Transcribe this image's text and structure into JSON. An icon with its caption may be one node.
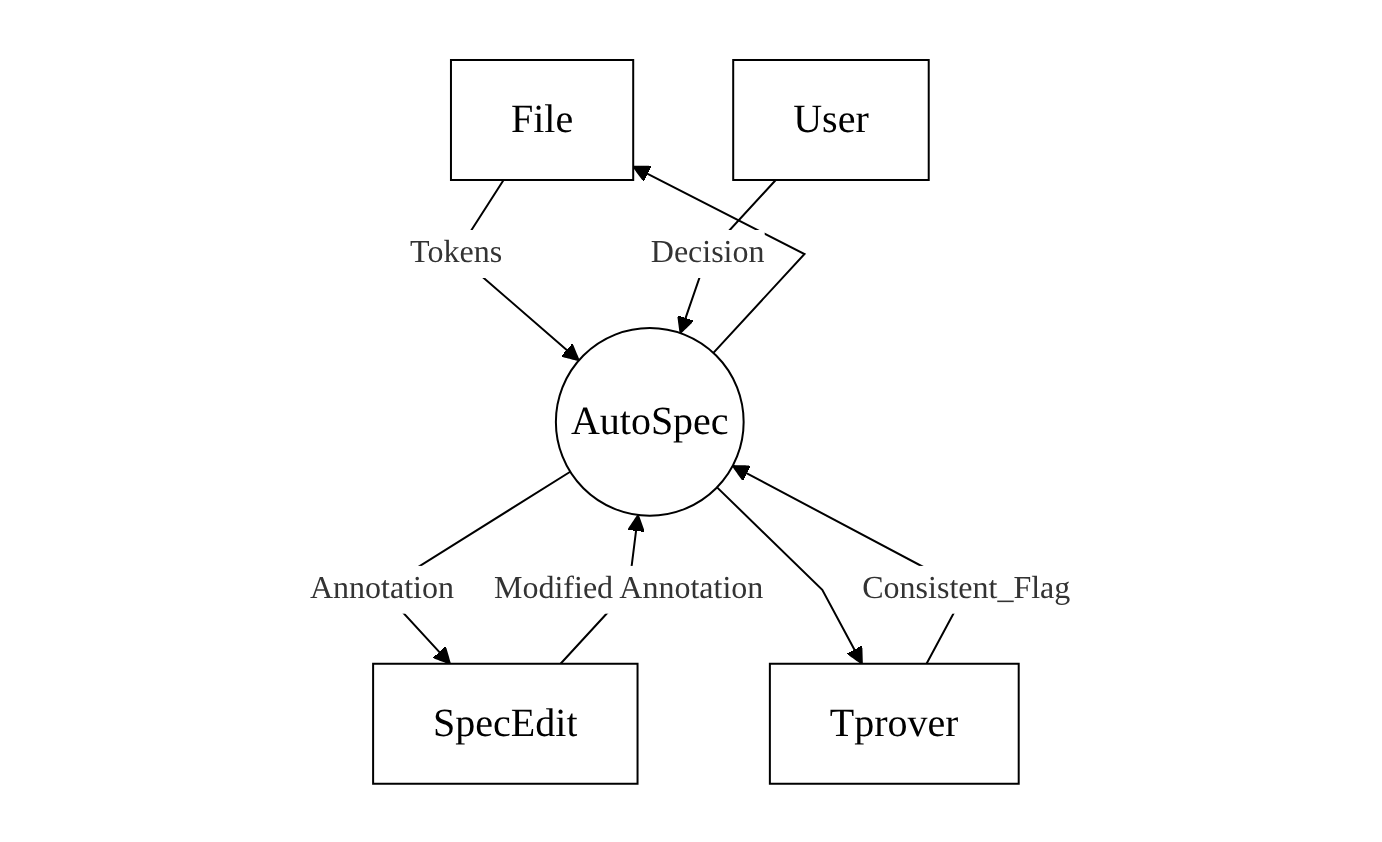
{
  "diagram": {
    "nodes": [
      {
        "text": [
          "File"
        ]
      },
      {
        "text": [
          "SpecEdit"
        ]
      },
      {
        "text": [
          "AutoSpec"
        ]
      },
      {
        "text": [
          "Tprover"
        ]
      },
      {
        "text": [
          "User"
        ]
      }
    ],
    "edges": [
      {
        "from": 0,
        "to": 2,
        "arrow": "to",
        "label": "Tokens"
      },
      {
        "from": 2,
        "to": 0,
        "arrow": "to"
      },
      {
        "from": 2,
        "to": 1,
        "arrow": "to",
        "label": "Annotation"
      },
      {
        "from": 1,
        "to": 2,
        "arrow": "to",
        "label": "Modified Annotation"
      },
      {
        "from": 2,
        "to": 3,
        "arrow": "to"
      },
      {
        "from": 3,
        "to": 2,
        "arrow": "to",
        "label": "Consistent_Flag"
      },
      {
        "from": 4,
        "to": 2,
        "arrow": "to",
        "label": "Decision"
      }
    ]
  }
}
